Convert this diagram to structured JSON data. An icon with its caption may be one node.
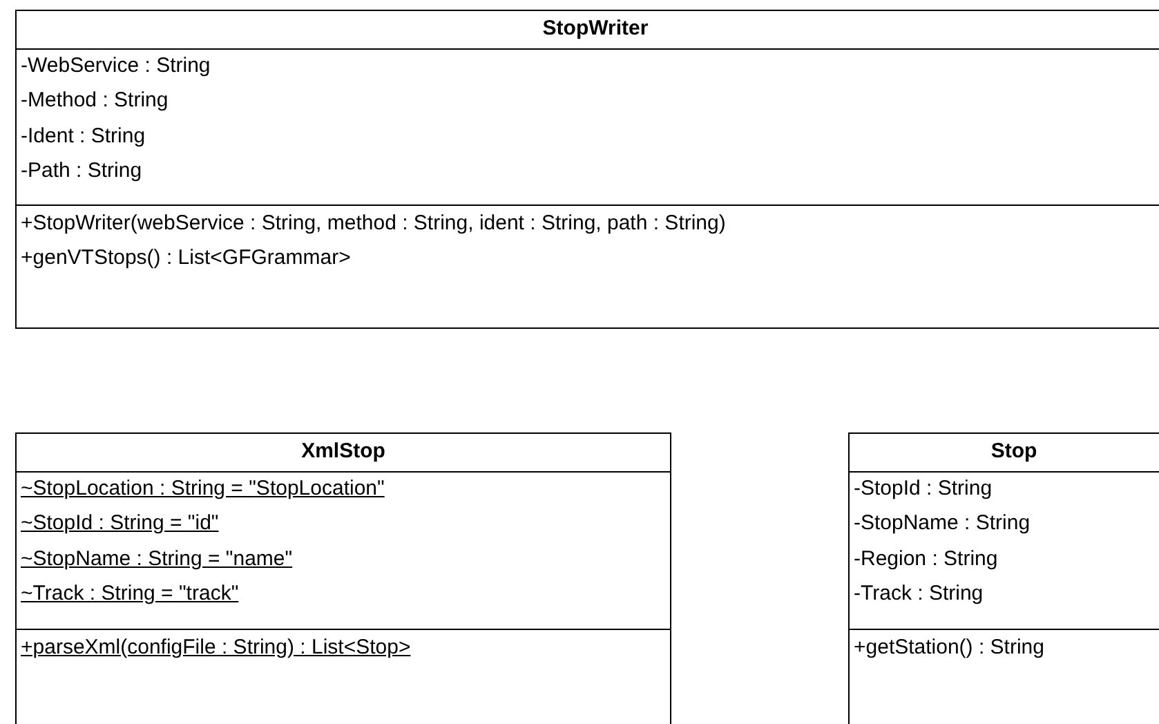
{
  "diagram": {
    "nodes": [
      {
        "text": [
          "StopWriter"
        ]
      },
      {
        "text": [
          "-WebService : String",
          "-Method : String",
          "-Ident : String",
          "-Path : String"
        ],
        "in": 0
      },
      {
        "text": [
          "+StopWriter(webService : String, method : String, ident : String, path : String)",
          "+genVTStops() : List<GFGrammar>"
        ],
        "in": 0
      },
      {
        "text": [
          "XmlStop"
        ]
      },
      {
        "text": [
          "~StopLocation : String = \"StopLocation\"",
          "~StopId : String = \"id\"",
          "~StopName : String = \"name\"",
          "~Track : String = \"track\""
        ],
        "in": 3
      },
      {
        "text": [
          "+parseXml(configFile : String) : List<Stop>"
        ],
        "in": 3
      },
      {
        "text": [
          "Stop"
        ]
      },
      {
        "text": [
          "-StopId : String",
          "-StopName : String",
          "-Region : String",
          "-Track : String"
        ],
        "in": 6
      },
      {
        "text": [
          "+getStation() : String"
        ],
        "in": 6
      }
    ]
  }
}
